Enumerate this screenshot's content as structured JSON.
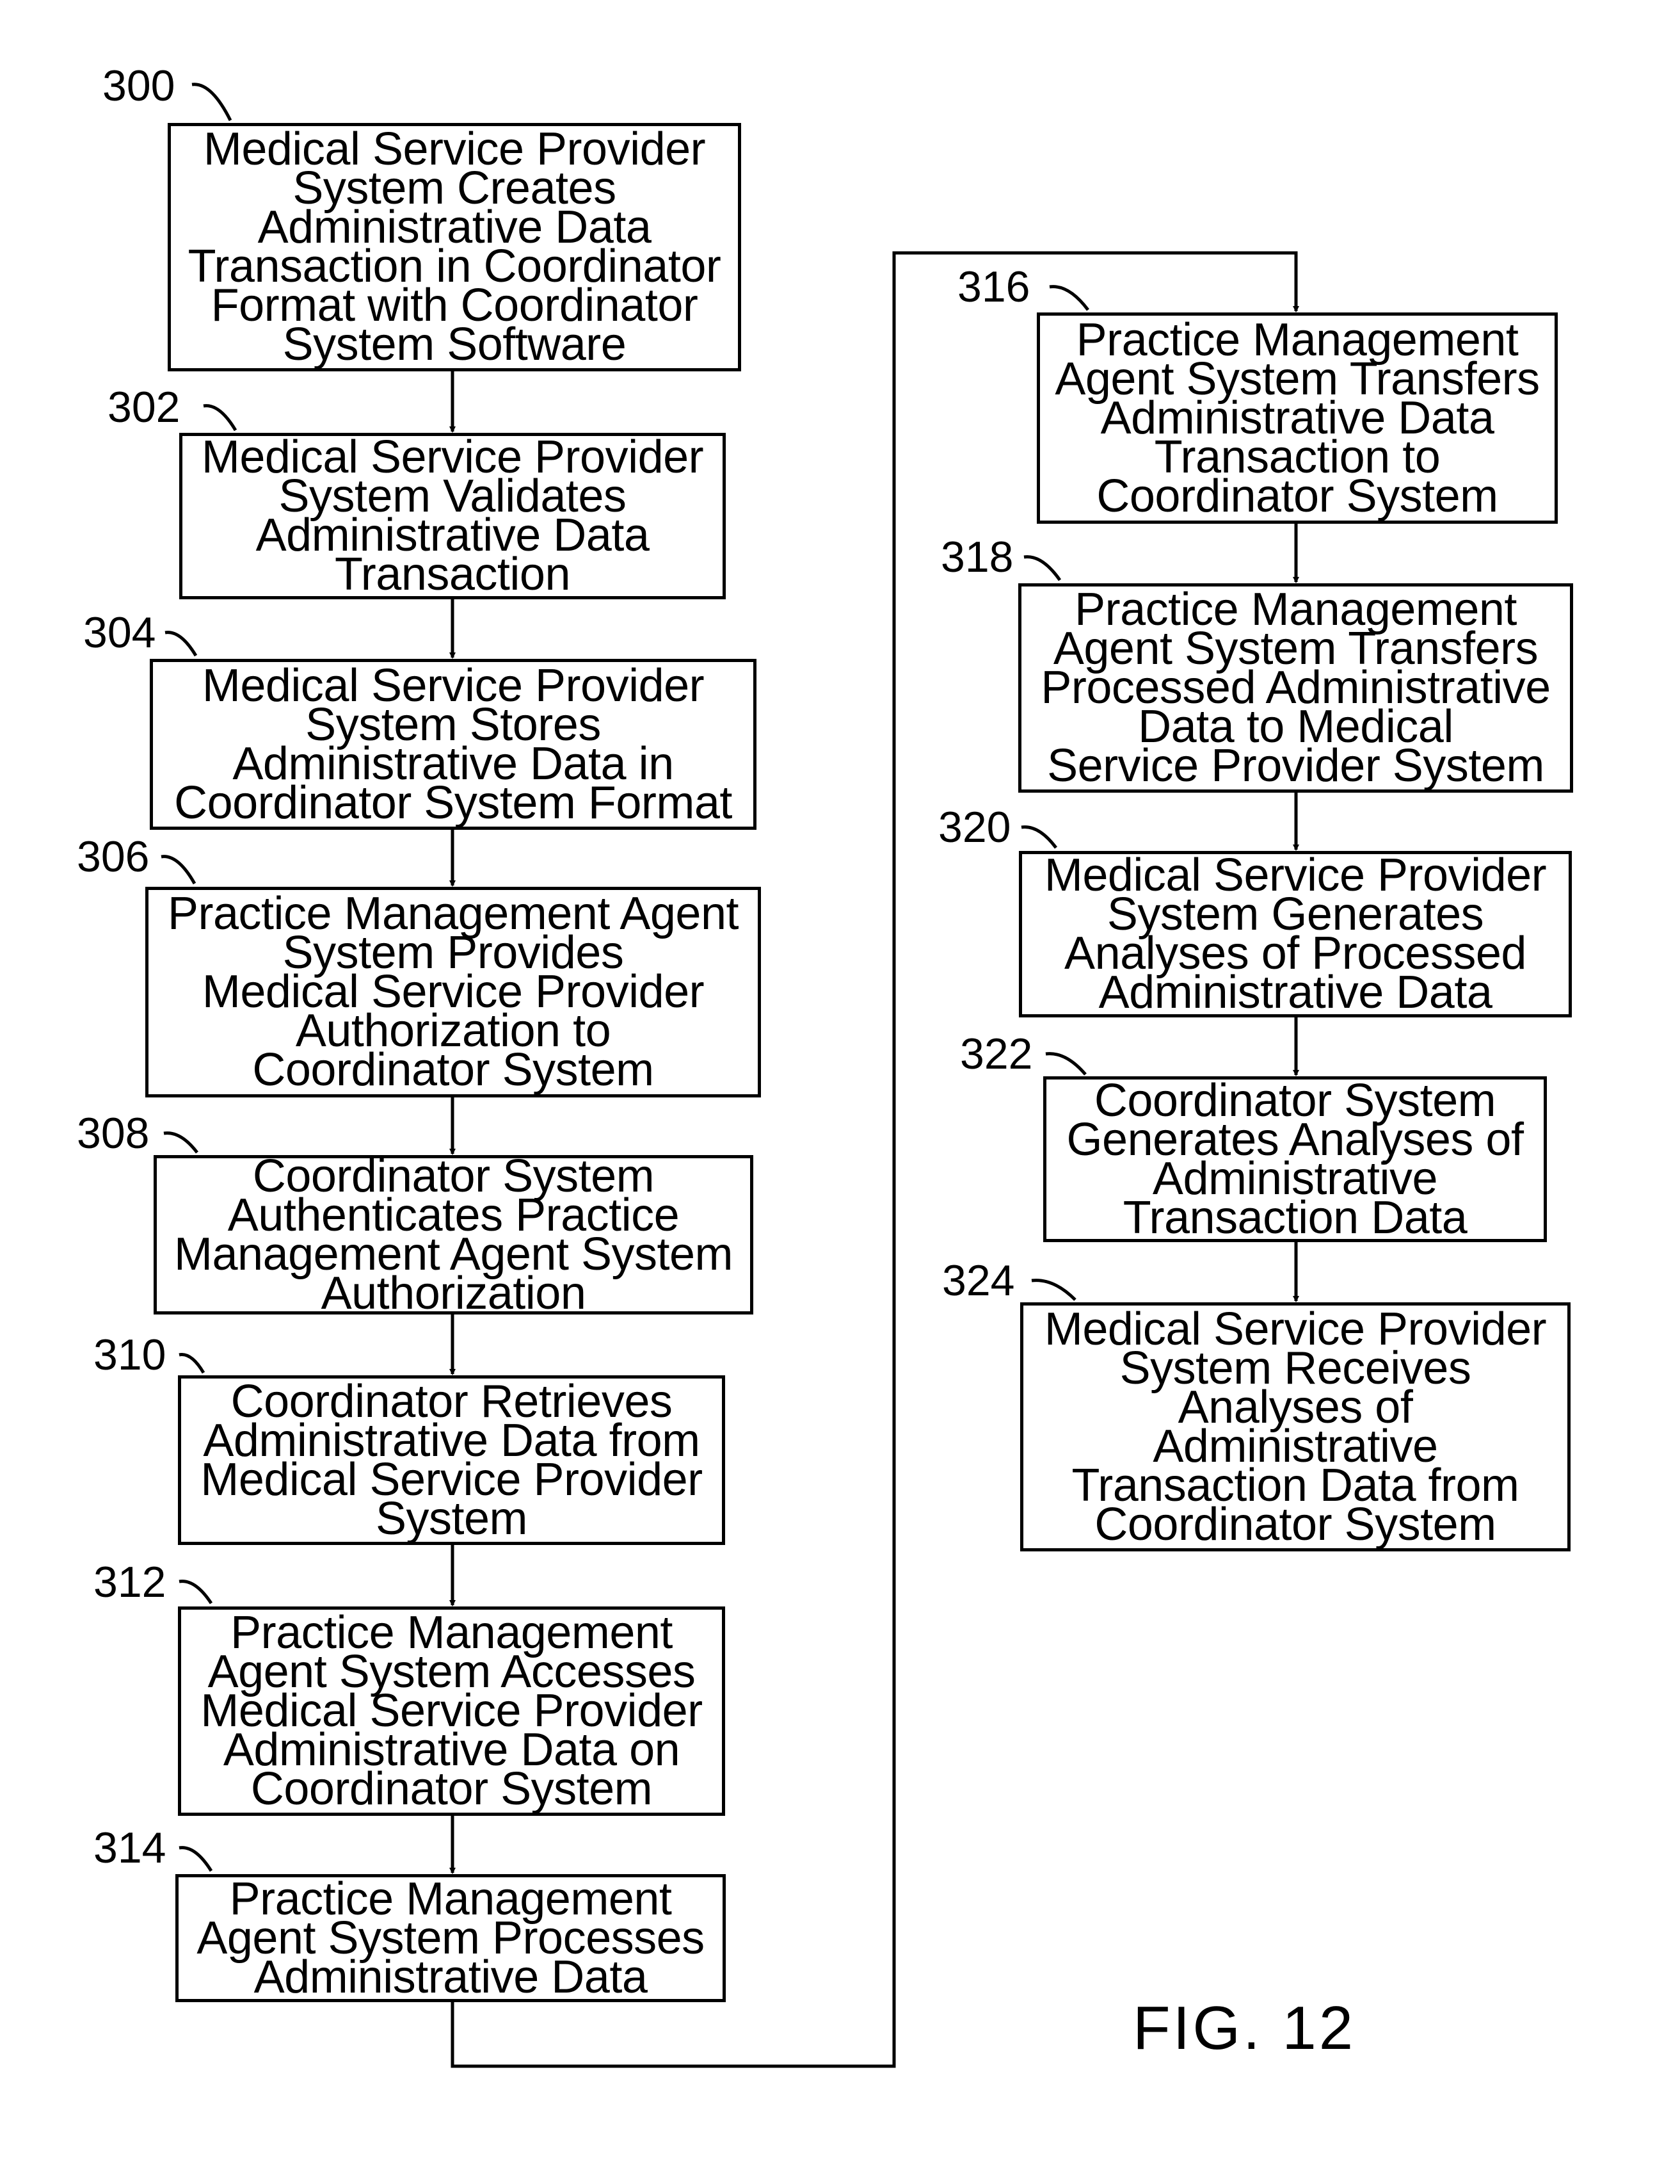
{
  "figure_label": "FIG.  12",
  "steps": [
    {
      "ref": "300",
      "text": "Medical Service Provider\nSystem Creates\nAdministrative Data\nTransaction in Coordinator\nFormat with Coordinator\nSystem Software"
    },
    {
      "ref": "302",
      "text": "Medical Service Provider\nSystem Validates\nAdministrative Data\nTransaction"
    },
    {
      "ref": "304",
      "text": "Medical Service Provider\nSystem Stores\nAdministrative Data in\nCoordinator System Format"
    },
    {
      "ref": "306",
      "text": "Practice Management Agent\nSystem Provides\nMedical Service Provider\nAuthorization to\nCoordinator System"
    },
    {
      "ref": "308",
      "text": "Coordinator System\nAuthenticates Practice\nManagement Agent System\nAuthorization"
    },
    {
      "ref": "310",
      "text": "Coordinator Retrieves\nAdministrative Data from\nMedical Service Provider\nSystem"
    },
    {
      "ref": "312",
      "text": "Practice Management\nAgent System Accesses\nMedical Service Provider\nAdministrative Data on\nCoordinator System"
    },
    {
      "ref": "314",
      "text": "Practice Management\nAgent System Processes\nAdministrative Data"
    },
    {
      "ref": "316",
      "text": "Practice Management\nAgent System Transfers\nAdministrative Data\nTransaction to\nCoordinator System"
    },
    {
      "ref": "318",
      "text": "Practice Management\nAgent System Transfers\nProcessed Administrative\nData to Medical\nService Provider System"
    },
    {
      "ref": "320",
      "text": "Medical Service Provider\nSystem Generates\nAnalyses of Processed\nAdministrative Data"
    },
    {
      "ref": "322",
      "text": "Coordinator System\nGenerates Analyses of\nAdministrative\nTransaction Data"
    },
    {
      "ref": "324",
      "text": "Medical Service Provider\nSystem Receives\nAnalyses of\nAdministrative\nTransaction Data from\nCoordinator System"
    }
  ]
}
